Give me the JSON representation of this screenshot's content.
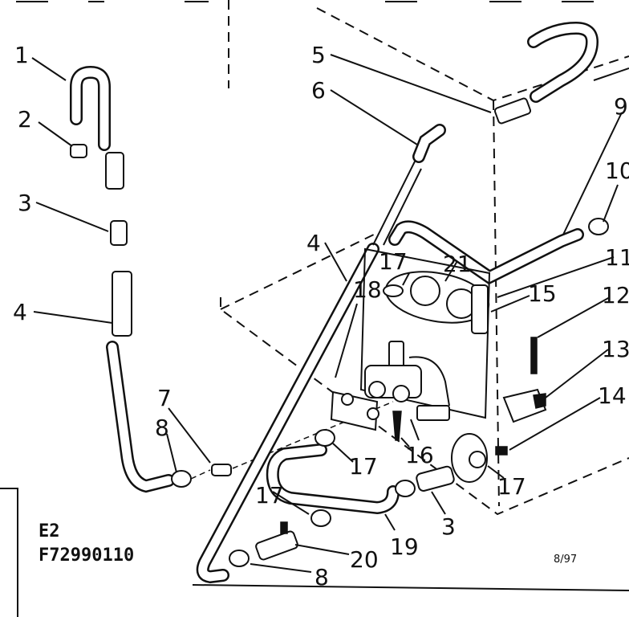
{
  "callouts": [
    "1",
    "2",
    "3",
    "4",
    "5",
    "6",
    "7",
    "8",
    "9",
    "10",
    "11",
    "12",
    "13",
    "14",
    "15",
    "16",
    "17",
    "18",
    "19",
    "20",
    "21"
  ],
  "diagram_code": "E2",
  "part_number": "F72990110",
  "revision_date": "8/97"
}
